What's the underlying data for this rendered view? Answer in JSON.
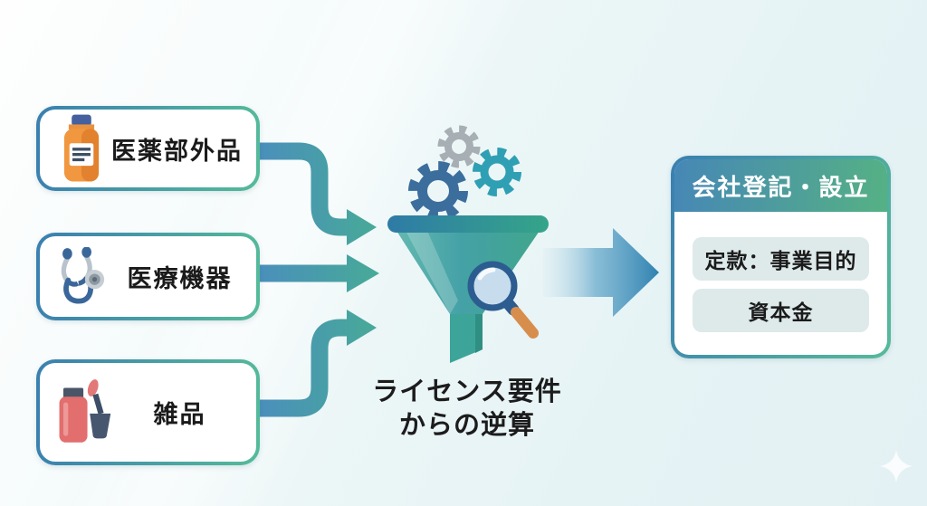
{
  "diagram": {
    "sources": [
      {
        "id": "quasi-drugs",
        "label": "医薬部外品",
        "icon": "medicine-bottle-icon"
      },
      {
        "id": "medical-devices",
        "label": "医療機器",
        "icon": "stethoscope-icon"
      },
      {
        "id": "sundries",
        "label": "雑品",
        "icon": "cosmetics-icon"
      }
    ],
    "process": {
      "icon": "funnel-gears-magnifier-icon",
      "caption_line1": "ライセンス要件",
      "caption_line2": "からの逆算"
    },
    "result": {
      "title": "会社登記・設立",
      "items": [
        {
          "label": "定款：事業目的"
        },
        {
          "label": "資本金"
        }
      ]
    },
    "colors": {
      "border_gradient_start": "#3a7fb0",
      "border_gradient_end": "#55bb99",
      "arrow_start": "#4a8fbc",
      "arrow_end": "#47ab96",
      "big_arrow": "#2c80af",
      "header_gradient_start": "#4687b6",
      "header_gradient_end": "#55b184",
      "pill_bg": "#dee9ea",
      "funnel_rim_start": "#2e7ba6",
      "funnel_rim_end": "#35a589",
      "gear_gray": "#a7aeb4",
      "gear_blue": "#3b6e9c",
      "gear_teal": "#2f9fb4",
      "magnifier_rim": "#2c5c90",
      "magnifier_handle": "#d78e4d"
    }
  }
}
